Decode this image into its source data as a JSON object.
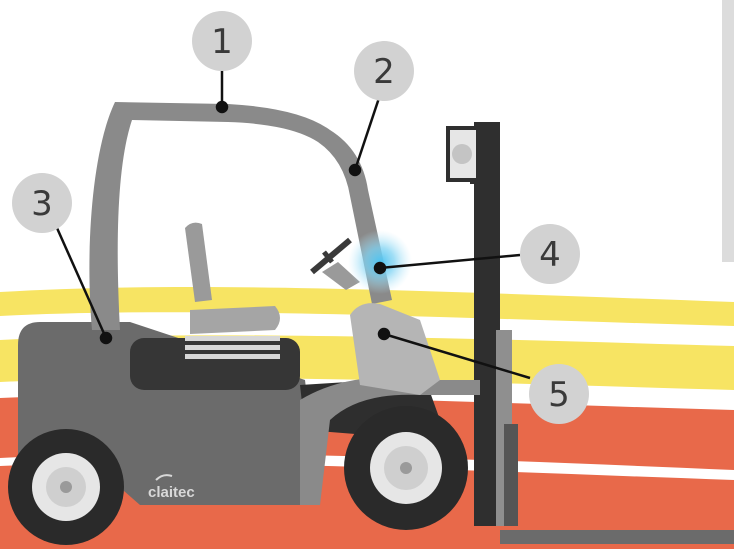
{
  "colors": {
    "stripe_yellow": "#f7e463",
    "stripe_orange": "#e8694a",
    "body_gray": "#6b6b6b",
    "dark_gray": "#3d3d3d",
    "frame_gray": "#8a8a8a",
    "light_gray": "#b5b5b5",
    "glow_blue": "#4ec3f0",
    "callout_fill": "#d2d2d2"
  },
  "brand": {
    "logo_text": "claitec"
  },
  "callouts": [
    {
      "number": "1",
      "target": "cabin roof"
    },
    {
      "number": "2",
      "target": "front pillar"
    },
    {
      "number": "3",
      "target": "rear pillar"
    },
    {
      "number": "4",
      "target": "light sensor"
    },
    {
      "number": "5",
      "target": "dashboard"
    }
  ]
}
